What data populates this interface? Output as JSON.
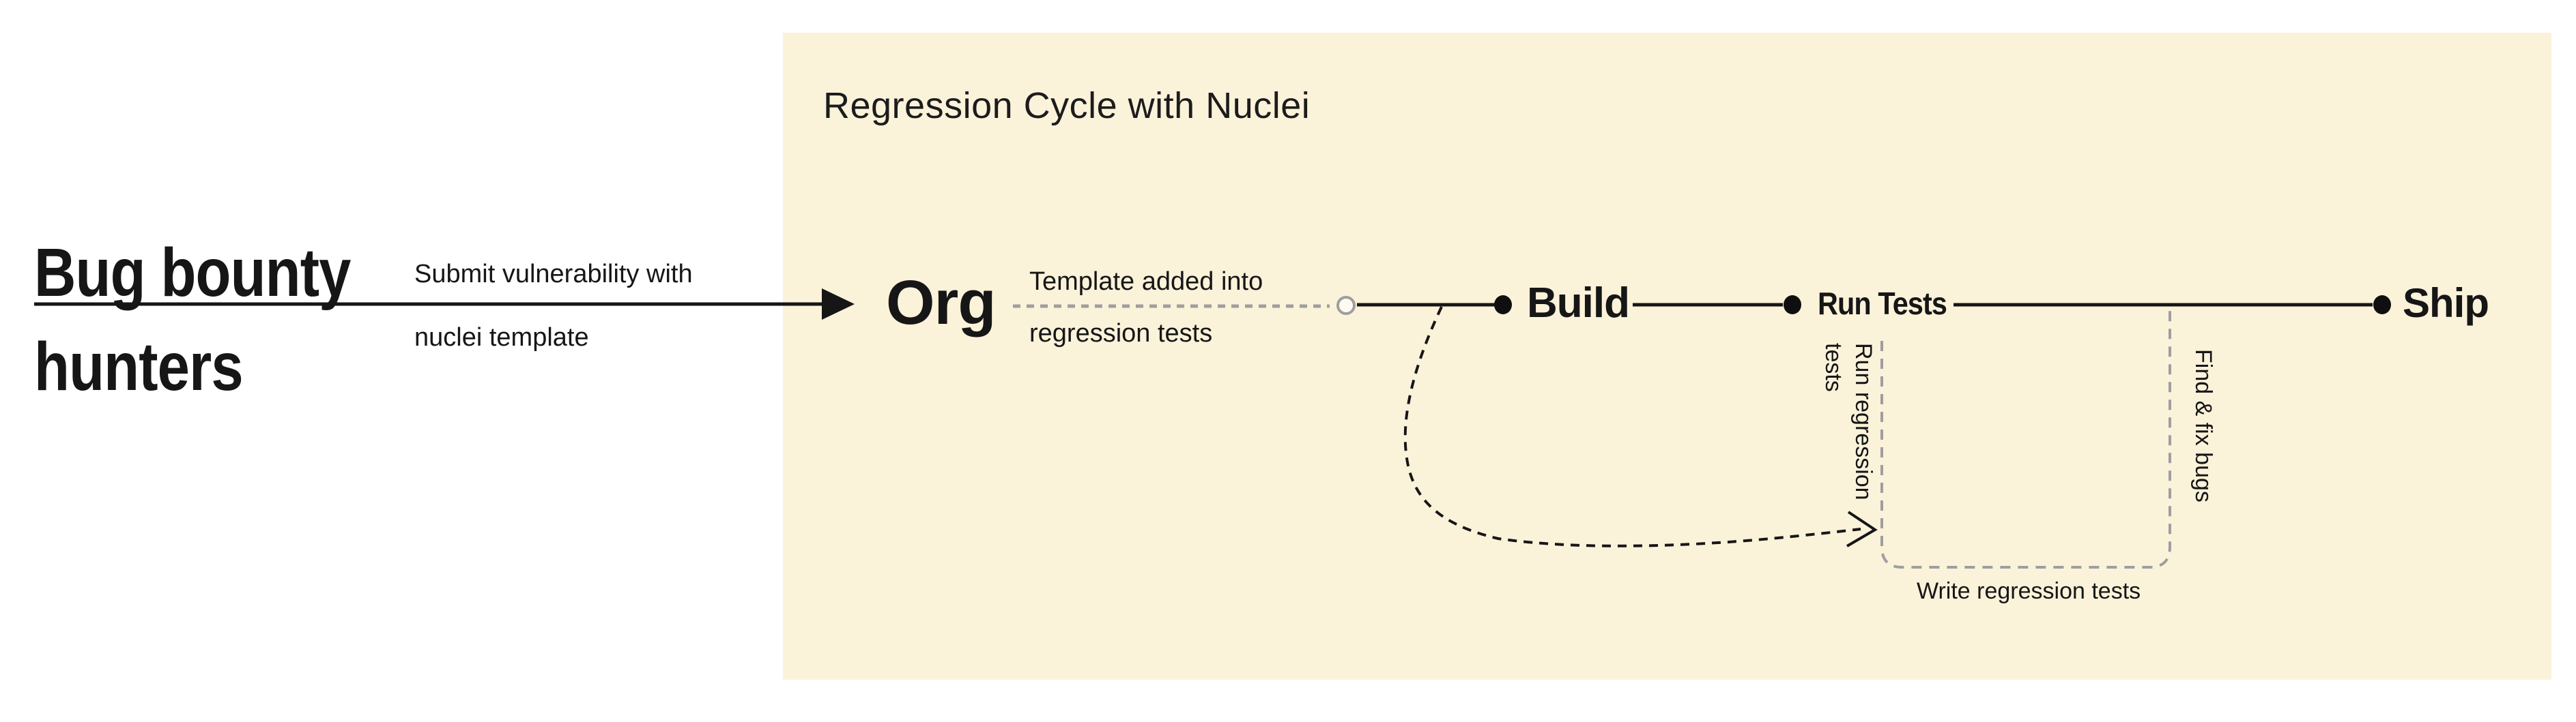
{
  "colors": {
    "background": "#FFFFFF",
    "panel_background": "#FBF2DA",
    "ink": "#161616",
    "muted_gray": "#9E9E9E"
  },
  "left_panel": {
    "actor_line1": "Bug bounty",
    "actor_line2": "hunters",
    "arrow_label_line1": "Submit vulnerability with",
    "arrow_label_line2": "nuclei template"
  },
  "panel": {
    "title": "Regression Cycle with Nuclei",
    "nodes": {
      "org": "Org",
      "build": "Build",
      "run_tests": "Run Tests",
      "ship": "Ship"
    },
    "labels": {
      "template_line1": "Template added into",
      "template_line2": "regression tests",
      "run_regression_line1": "Run regression",
      "run_regression_line2": "tests",
      "find_fix": "Find & fix bugs",
      "write_regression": "Write regression tests"
    }
  }
}
